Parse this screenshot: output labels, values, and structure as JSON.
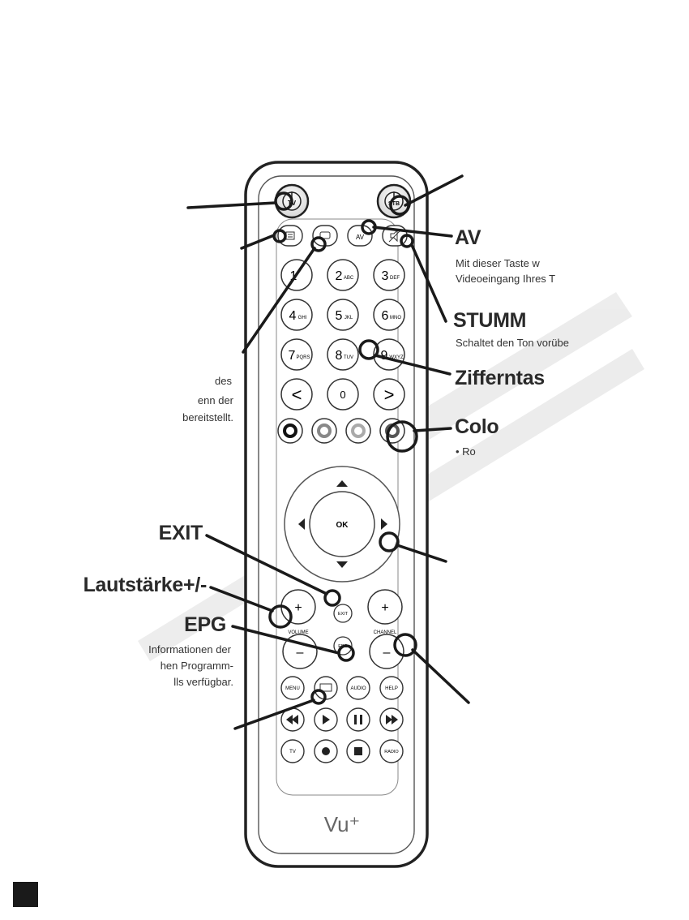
{
  "remote": {
    "brand": "Vu+",
    "power_tv": "TV",
    "power_stb": "STB",
    "av": "AV",
    "keys": [
      {
        "n": "1",
        "s": ""
      },
      {
        "n": "2",
        "s": "ABC"
      },
      {
        "n": "3",
        "s": "DEF"
      },
      {
        "n": "4",
        "s": "GHI"
      },
      {
        "n": "5",
        "s": "JKL"
      },
      {
        "n": "6",
        "s": "MNO"
      },
      {
        "n": "7",
        "s": "PQRS"
      },
      {
        "n": "8",
        "s": "TUV"
      },
      {
        "n": "9",
        "s": "WXYZ"
      }
    ],
    "prev": "<",
    "zero": "0",
    "next": ">",
    "ok": "OK",
    "exit": "EXIT",
    "volume": "VOLUME",
    "channel": "CHANNEL",
    "epg": "EPG",
    "plus": "+",
    "minus": "–",
    "menu": "MENU",
    "audio": "AUDIO",
    "help": "HELP",
    "tv": "TV",
    "radio": "RADIO"
  },
  "callouts": {
    "av": {
      "title": "AV",
      "lines": [
        "Mit dieser Taste w",
        "Videoeingang Ihres T"
      ]
    },
    "mute": {
      "title": "STUMM",
      "lines": [
        "Schaltet den Ton vorübe"
      ]
    },
    "numbers": {
      "title": "Zifferntas"
    },
    "colors": {
      "title": "Colo",
      "lines": [
        "• Ro"
      ]
    },
    "teletext": {
      "lines": [
        "des",
        "enn der",
        "bereitstellt."
      ]
    },
    "exit": {
      "title": "EXIT"
    },
    "volume": {
      "title": "Lautstärke+/-"
    },
    "epg": {
      "title": "EPG",
      "lines": [
        "Informationen der",
        "hen Programm-",
        "lls verfügbar."
      ]
    }
  }
}
